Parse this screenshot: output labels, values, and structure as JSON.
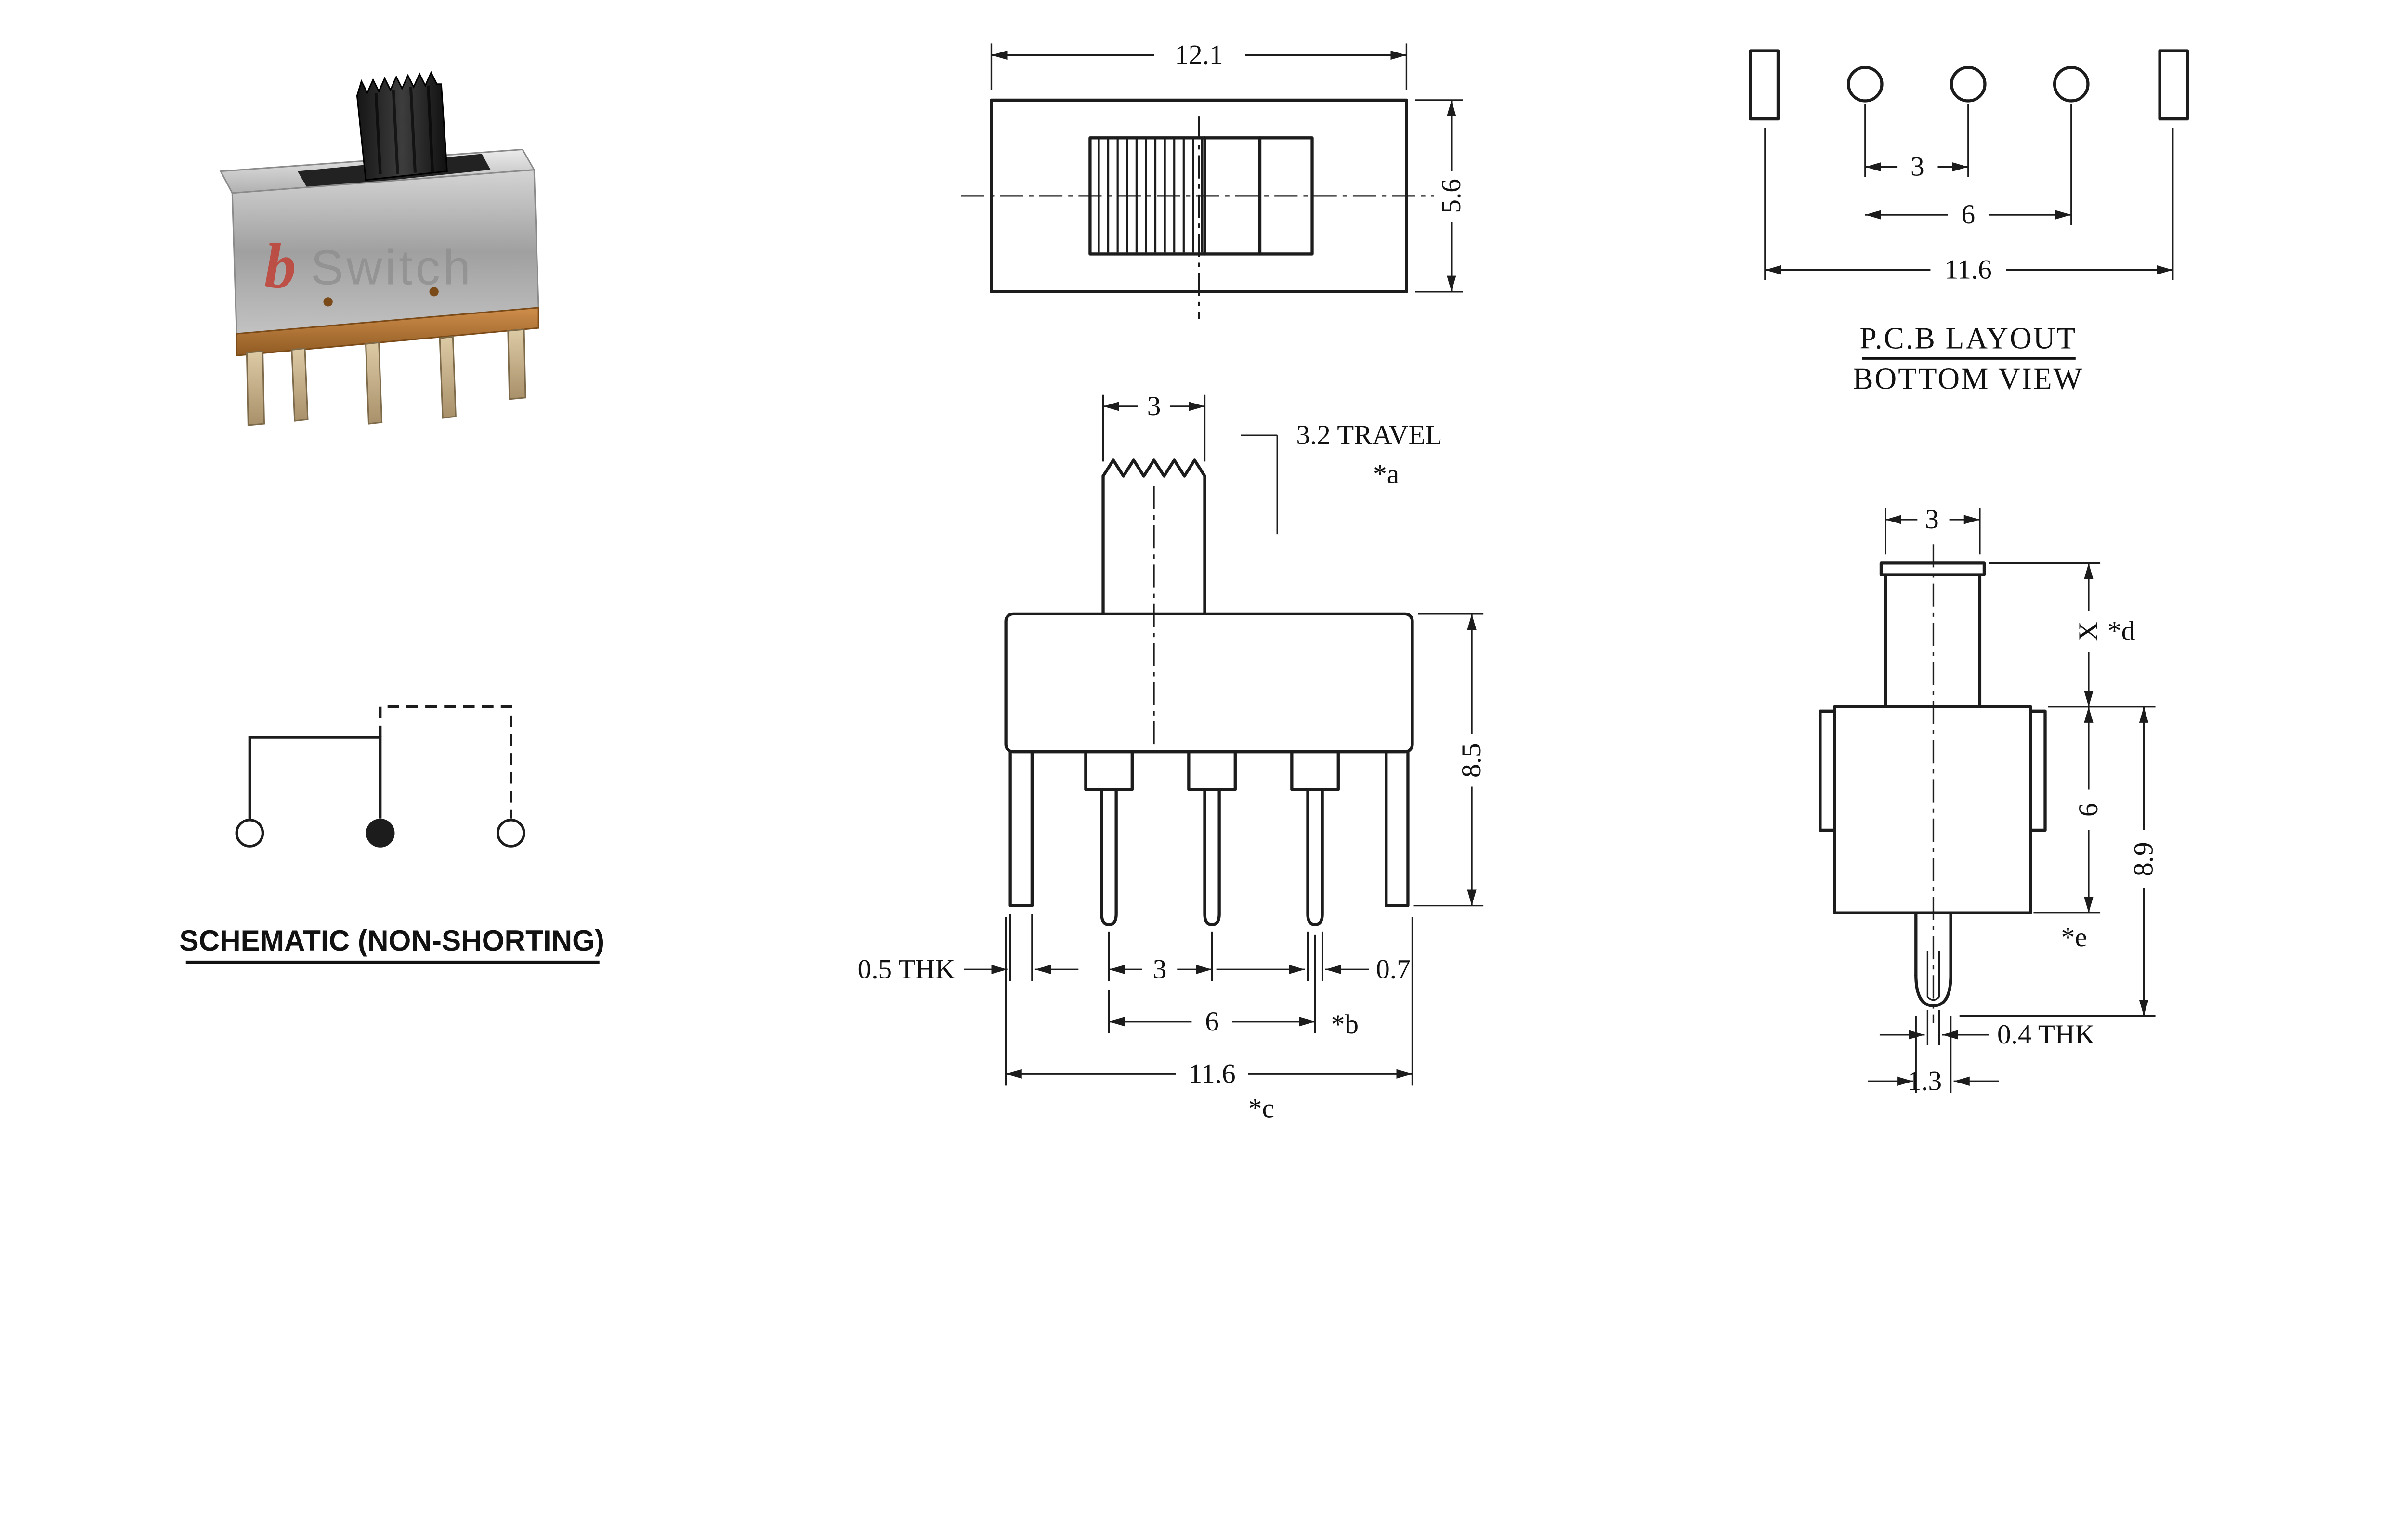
{
  "colors": {
    "line": "#1c1c1c",
    "knob_black": "#1a1a1a",
    "metal_silver": "#bfbfbf",
    "base_orange": "#c98844",
    "logo_red": "#c23a2e"
  },
  "photo": {
    "watermark_logo": "b",
    "watermark_text": "Switch"
  },
  "schematic": {
    "label": "SCHEMATIC (NON-SHORTING)"
  },
  "top_view": {
    "dim_width": "12.1",
    "dim_height": "5.6"
  },
  "pcb_layout": {
    "dim_pitch": "3",
    "dim_span": "6",
    "dim_total": "11.6",
    "title": "P.C.B LAYOUT",
    "subtitle": "BOTTOM VIEW"
  },
  "front_view": {
    "dim_knob_width": "3",
    "dim_travel": "3.2 TRAVEL",
    "note_a": "*a",
    "dim_height": "8.5",
    "dim_bracket_thk": "0.5 THK",
    "dim_pin_pitch": "3",
    "dim_pin_width": "0.7",
    "dim_pin_span": "6",
    "note_b": "*b",
    "dim_total_width": "11.6",
    "note_c": "*c"
  },
  "side_view": {
    "dim_knob_width": "3",
    "dim_knob_height": "X",
    "note_d": "*d",
    "dim_body_height": "6",
    "dim_total_height": "8.9",
    "note_e": "*e",
    "dim_tip_thk": "0.4 THK",
    "dim_tip_width": "1.3"
  }
}
